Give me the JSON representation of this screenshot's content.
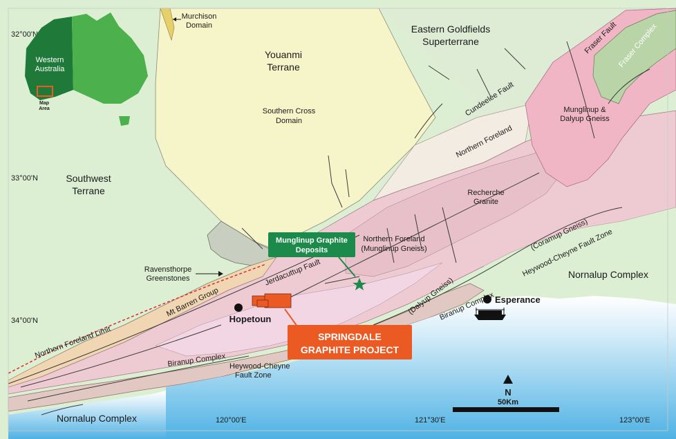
{
  "coordinates": {
    "lat_32": "32°00'N",
    "lat_33": "33°00'N",
    "lat_34": "34°00'N",
    "lon_120": "120°00'E",
    "lon_121_30": "121°30'E",
    "lon_123": "123°00'E"
  },
  "inset": {
    "state_line1": "Western",
    "state_line2": "Australia",
    "map_area_line1": "Map",
    "map_area_line2": "Area"
  },
  "regions": {
    "murchison_line1": "Murchison",
    "murchison_line2": "Domain",
    "youanmi_line1": "Youanmi",
    "youanmi_line2": "Terrane",
    "southern_cross_line1": "Southern Cross",
    "southern_cross_line2": "Domain",
    "eastern_goldfields_line1": "Eastern Goldfields",
    "eastern_goldfields_line2": "Superterrane",
    "southwest_line1": "Southwest",
    "southwest_line2": "Terrane",
    "ravensthorpe_line1": "Ravensthorpe",
    "ravensthorpe_line2": "Greenstones",
    "mt_barren": "Mt Barren Group",
    "northern_foreland_limit": "Northern Foreland Limit",
    "jerdacuttup": "Jerdacuttup Fault",
    "northern_foreland_munglinup_line1": "Northern Foreland",
    "northern_foreland_munglinup_line2": "(Munglinup Gneiss)",
    "recherche_line1": "Recherche",
    "recherche_line2": "Granite",
    "northern_foreland": "Northern Foreland",
    "cundeelee": "Cundeelee Fault",
    "fraser_fault": "Fraser Fault",
    "fraser_complex": "Fraser Complex",
    "munglinup_dalyup_line1": "Munglinup &",
    "munglinup_dalyup_line2": "Dalyup Gneiss",
    "coramup": "(Coramup Gneiss)",
    "heywood_cheyne_ne": "Heywood-Cheyne Fault Zone",
    "nornalup_east": "Nornalup Complex",
    "dalyup": "(Dalyup Gneiss)",
    "biranup_east": "Biranup Complex",
    "biranup_west": "Biranup Complex",
    "heywood_cheyne_sw_line1": "Heywood-Cheyne",
    "heywood_cheyne_sw_line2": "Fault Zone",
    "nornalup_west": "Nornalup Complex"
  },
  "places": {
    "hopetoun": "Hopetoun",
    "esperance": "Esperance"
  },
  "callouts": {
    "munglinup_line1": "Munglinup Graphite",
    "munglinup_line2": "Deposits",
    "springdale_line1": "SPRINGDALE",
    "springdale_line2": "GRAPHITE PROJECT"
  },
  "north_label": "N",
  "scale_label": "50Km",
  "colors": {
    "ocean": "#5fb9e6",
    "youanmi": "#f6f4c9",
    "eastern_goldfields": "#deecd6",
    "southwest": "#dcefd3",
    "callout_green": "#1b8a4a",
    "callout_orange": "#ec5a24",
    "inset_dark_green": "#1f7a3a",
    "inset_light_green": "#4cb04c"
  }
}
